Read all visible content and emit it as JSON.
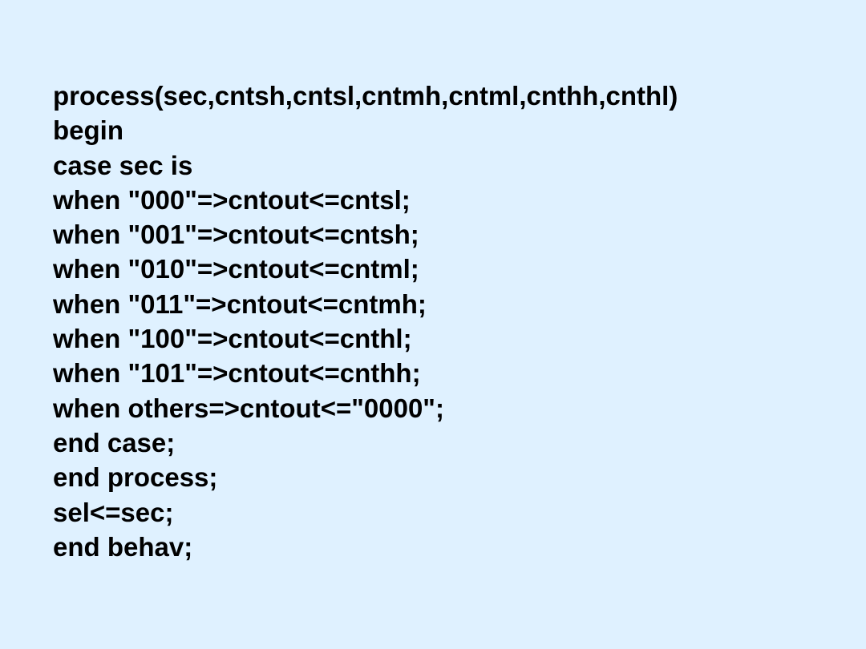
{
  "code_lines": [
    "process(sec,cntsh,cntsl,cntmh,cntml,cnthh,cnthl)",
    "begin",
    "case sec is",
    "when \"000\"=>cntout<=cntsl;",
    "when \"001\"=>cntout<=cntsh;",
    "when \"010\"=>cntout<=cntml;",
    "when \"011\"=>cntout<=cntmh;",
    "when \"100\"=>cntout<=cnthl;",
    "when \"101\"=>cntout<=cnthh;",
    "when others=>cntout<=\"0000\";",
    "end case;",
    "end process;",
    "sel<=sec;",
    "end behav;"
  ],
  "colors": {
    "background": "#dff1ff",
    "text": "#000000"
  }
}
